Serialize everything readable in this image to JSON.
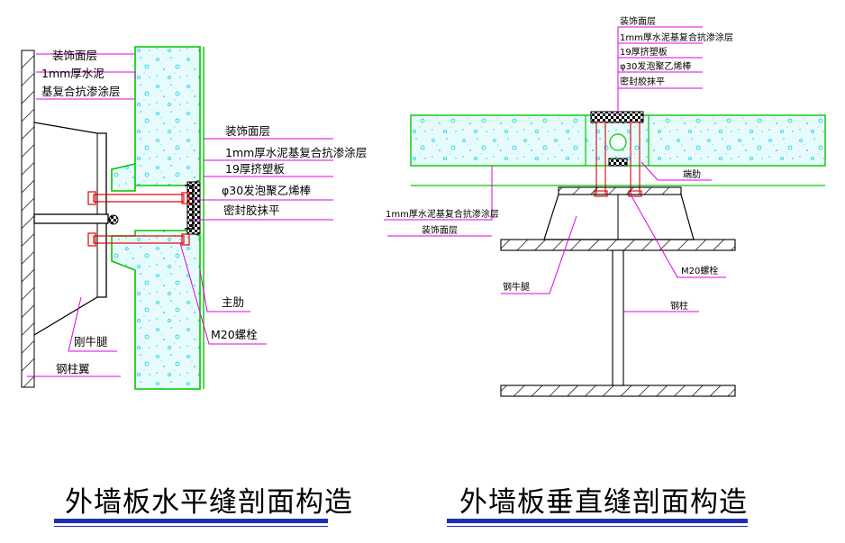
{
  "left_section": {
    "caption": "外墙板水平缝剖面构造",
    "labels": {
      "facing_top": "装饰面层",
      "coating_top_line1": "1mm厚水泥",
      "coating_top_line2": "基复合抗渗涂层",
      "facing_right": "装饰面层",
      "coating_right": "1mm厚水泥基复合抗渗涂层",
      "xps_board": "19厚挤塑板",
      "pe_rod": "φ30发泡聚乙烯棒",
      "sealant": "密封胶抹平",
      "main_rib": "主肋",
      "bolt": "M20螺栓",
      "steel_corbel": "刚牛腿",
      "column_flange": "钢柱翼"
    }
  },
  "right_section": {
    "caption": "外墙板垂直缝剖面构造",
    "labels": {
      "facing_top": "装饰面层",
      "coating_top": "1mm厚水泥基复合抗渗涂层",
      "xps_board": "19厚挤塑板",
      "pe_rod": "φ30发泡聚乙烯棒",
      "sealant": "密封胶抹平",
      "wall_rib": "端肋",
      "coating_left": "1mm厚水泥基复合抗渗涂层",
      "facing_left": "装饰面层",
      "steel_corbel": "钢牛腿",
      "bolt": "M20螺栓",
      "steel_column": "钢柱"
    }
  },
  "colors": {
    "panel_outline": "#00c800",
    "panel_fill": "#e6fbfb",
    "concrete_dots": "#00d8e8",
    "leader_line": "#e000e0",
    "bolt_line": "#e00000",
    "caption_bar": "#1c2fb4",
    "linework": "#000000"
  }
}
